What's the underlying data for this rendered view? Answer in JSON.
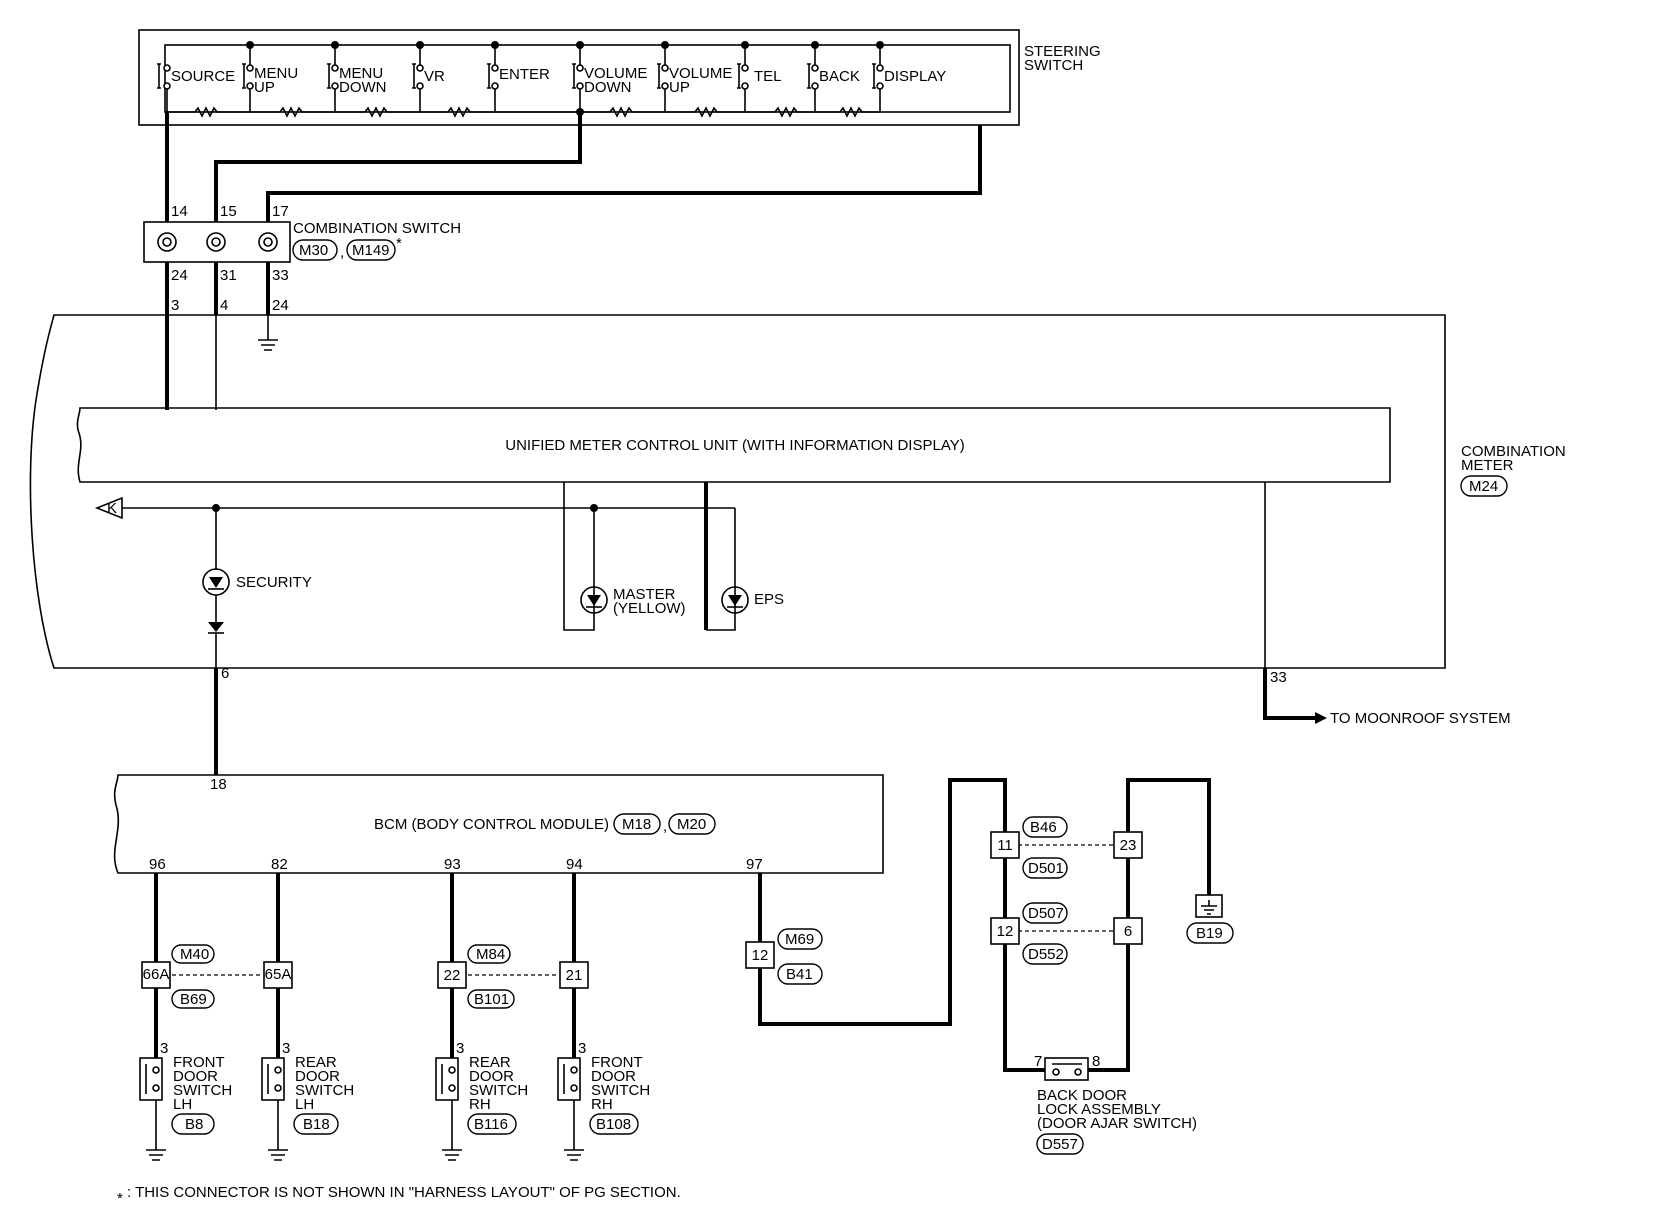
{
  "steering_switch": {
    "title_line1": "STEERING",
    "title_line2": "SWITCH",
    "buttons": [
      {
        "line1": "SOURCE",
        "line2": ""
      },
      {
        "line1": "MENU",
        "line2": "UP"
      },
      {
        "line1": "MENU",
        "line2": "DOWN"
      },
      {
        "line1": "VR",
        "line2": ""
      },
      {
        "line1": "ENTER",
        "line2": ""
      },
      {
        "line1": "VOLUME",
        "line2": "DOWN"
      },
      {
        "line1": "VOLUME",
        "line2": "UP"
      },
      {
        "line1": "TEL",
        "line2": ""
      },
      {
        "line1": "BACK",
        "line2": ""
      },
      {
        "line1": "DISPLAY",
        "line2": ""
      }
    ]
  },
  "combination_switch": {
    "title": "COMBINATION SWITCH",
    "connectors": [
      "M30",
      "M149"
    ],
    "separator": ",",
    "asterisk": "*",
    "top_pins": [
      "14",
      "15",
      "17"
    ],
    "bottom_pins": [
      "24",
      "31",
      "33"
    ]
  },
  "combination_meter": {
    "title_line1": "COMBINATION",
    "title_line2": "METER",
    "connector": "M24",
    "pins_top": [
      "3",
      "4",
      "24"
    ],
    "pin_security": "6",
    "pin_moonroof": "33",
    "inner_unit": "UNIFIED METER CONTROL UNIT (WITH INFORMATION DISPLAY)",
    "k_label": "K",
    "lamps": {
      "security": "SECURITY",
      "master_line1": "MASTER",
      "master_line2": "(YELLOW)",
      "eps": "EPS"
    },
    "moonroof": "TO MOONROOF SYSTEM"
  },
  "bcm": {
    "title": "BCM (BODY CONTROL MODULE)",
    "connectors": [
      "M18",
      "M20"
    ],
    "separator": ",",
    "pin_top": "18",
    "pins_bottom": [
      "96",
      "82",
      "93",
      "94",
      "97"
    ]
  },
  "door_connectors": {
    "front_lh_pin": "66A",
    "rear_lh_pin": "65A",
    "pair1_top": "M40",
    "pair1_bottom": "B69",
    "rear_rh_pin": "22",
    "front_rh_pin": "21",
    "pair2_top": "M84",
    "pair2_bottom": "B101",
    "bcm97_pin": "12",
    "bcm97_top": "M69",
    "bcm97_bottom": "B41"
  },
  "door_switches": [
    {
      "pin": "3",
      "line1": "FRONT",
      "line2": "DOOR",
      "line3": "SWITCH",
      "line4": "LH",
      "connector": "B8"
    },
    {
      "pin": "3",
      "line1": "REAR",
      "line2": "DOOR",
      "line3": "SWITCH",
      "line4": "LH",
      "connector": "B18"
    },
    {
      "pin": "3",
      "line1": "REAR",
      "line2": "DOOR",
      "line3": "SWITCH",
      "line4": "RH",
      "connector": "B116"
    },
    {
      "pin": "3",
      "line1": "FRONT",
      "line2": "DOOR",
      "line3": "SWITCH",
      "line4": "RH",
      "connector": "B108"
    }
  ],
  "back_door": {
    "conn1_left_pin": "11",
    "conn1_right_pin": "23",
    "conn1_top": "B46",
    "conn1_bottom": "D501",
    "conn2_left_pin": "12",
    "conn2_right_pin": "6",
    "conn2_top": "D507",
    "conn2_bottom": "D552",
    "ground_connector": "B19",
    "switch_pin_left": "7",
    "switch_pin_right": "8",
    "title_line1": "BACK DOOR",
    "title_line2": "LOCK ASSEMBLY",
    "title_line3": "(DOOR AJAR SWITCH)",
    "connector": "D557"
  },
  "footnote": {
    "asterisk": "*",
    "text": ": THIS CONNECTOR IS NOT SHOWN IN \"HARNESS LAYOUT\" OF PG SECTION."
  }
}
